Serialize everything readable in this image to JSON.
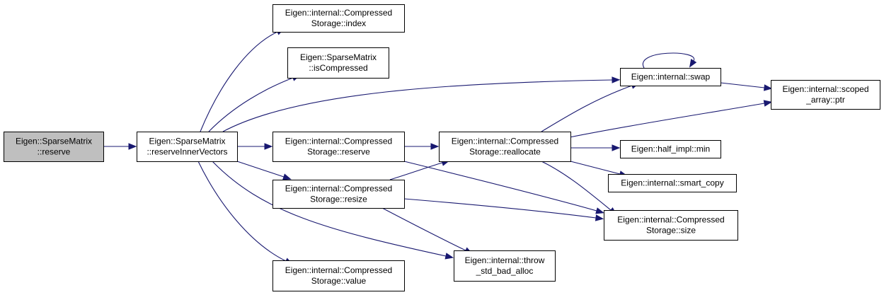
{
  "colors": {
    "edge": "#191970",
    "node_fill": "#ffffff",
    "root_fill": "#bfbfbf",
    "border": "#000000"
  },
  "nodes": [
    {
      "id": "reserve",
      "lines": [
        "Eigen::SparseMatrix",
        "::reserve"
      ],
      "root": true
    },
    {
      "id": "reserveInner",
      "lines": [
        "Eigen::SparseMatrix",
        "::reserveInnerVectors"
      ]
    },
    {
      "id": "index",
      "lines": [
        "Eigen::internal::Compressed",
        "Storage::index"
      ]
    },
    {
      "id": "isCompressed",
      "lines": [
        "Eigen::SparseMatrix",
        "::isCompressed"
      ]
    },
    {
      "id": "csReserve",
      "lines": [
        "Eigen::internal::Compressed",
        "Storage::reserve"
      ]
    },
    {
      "id": "csResize",
      "lines": [
        "Eigen::internal::Compressed",
        "Storage::resize"
      ]
    },
    {
      "id": "csValue",
      "lines": [
        "Eigen::internal::Compressed",
        "Storage::value"
      ]
    },
    {
      "id": "reallocate",
      "lines": [
        "Eigen::internal::Compressed",
        "Storage::reallocate"
      ]
    },
    {
      "id": "throwBad",
      "lines": [
        "Eigen::internal::throw",
        "_std_bad_alloc"
      ]
    },
    {
      "id": "swap",
      "lines": [
        "Eigen::internal::swap"
      ]
    },
    {
      "id": "min",
      "lines": [
        "Eigen::half_impl::min"
      ]
    },
    {
      "id": "smartCopy",
      "lines": [
        "Eigen::internal::smart_copy"
      ]
    },
    {
      "id": "csSize",
      "lines": [
        "Eigen::internal::Compressed",
        "Storage::size"
      ]
    },
    {
      "id": "ptr",
      "lines": [
        "Eigen::internal::scoped",
        "_array::ptr"
      ]
    }
  ],
  "edges": [
    {
      "from": "reserve",
      "to": "reserveInner"
    },
    {
      "from": "reserveInner",
      "to": "index"
    },
    {
      "from": "reserveInner",
      "to": "isCompressed"
    },
    {
      "from": "reserveInner",
      "to": "swap"
    },
    {
      "from": "reserveInner",
      "to": "csReserve"
    },
    {
      "from": "reserveInner",
      "to": "csResize"
    },
    {
      "from": "reserveInner",
      "to": "throwBad"
    },
    {
      "from": "reserveInner",
      "to": "csValue"
    },
    {
      "from": "csReserve",
      "to": "reallocate"
    },
    {
      "from": "csReserve",
      "to": "csSize"
    },
    {
      "from": "csResize",
      "to": "reallocate"
    },
    {
      "from": "csResize",
      "to": "csSize"
    },
    {
      "from": "csResize",
      "to": "throwBad"
    },
    {
      "from": "reallocate",
      "to": "swap"
    },
    {
      "from": "reallocate",
      "to": "ptr"
    },
    {
      "from": "reallocate",
      "to": "min"
    },
    {
      "from": "reallocate",
      "to": "smartCopy"
    },
    {
      "from": "reallocate",
      "to": "csSize"
    },
    {
      "from": "swap",
      "to": "swap"
    },
    {
      "from": "swap",
      "to": "ptr"
    }
  ]
}
